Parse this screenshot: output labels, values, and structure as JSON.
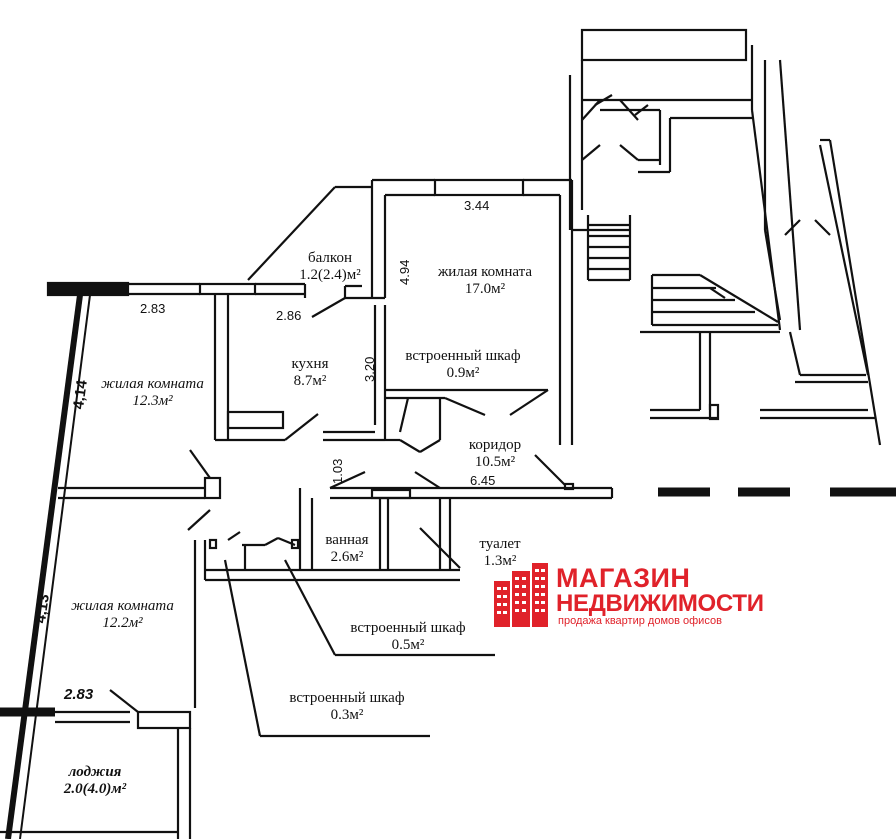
{
  "rooms": {
    "balcony": {
      "name": "балкон",
      "area": "1.2(2.4)м²"
    },
    "living_large": {
      "name": "жилая комната",
      "area": "17.0м²"
    },
    "kitchen": {
      "name": "кухня",
      "area": "8.7м²"
    },
    "living_left": {
      "name": "жилая комната",
      "area": "12.3м²"
    },
    "closet_top": {
      "name": "встроенный шкаф",
      "area": "0.9м²"
    },
    "corridor": {
      "name": "коридор",
      "area": "10.5м²"
    },
    "bathroom": {
      "name": "ванная",
      "area": "2.6м²"
    },
    "toilet": {
      "name": "туалет",
      "area": "1.3м²"
    },
    "closet_mid": {
      "name": "встроенный шкаф",
      "area": "0.5м²"
    },
    "living_bottom": {
      "name": "жилая комната",
      "area": "12.2м²"
    },
    "closet_bottom": {
      "name": "встроенный шкаф",
      "area": "0.3м²"
    },
    "loggia": {
      "name": "лоджия",
      "area": "2.0(4.0)м²"
    }
  },
  "dimensions": {
    "d_344": "3.44",
    "d_494": "4.94",
    "d_283_top": "2.83",
    "d_286": "2.86",
    "d_320": "3.20",
    "d_414": "4,14",
    "d_103": "1.03",
    "d_645": "6.45",
    "d_413": "4,13",
    "d_283_bottom": "2.83"
  },
  "brand": {
    "line1": "МАГАЗИН",
    "line2": "НЕДВИЖИМОСТИ",
    "line3": "продажа квартир домов офисов",
    "color": "#e0222a"
  }
}
